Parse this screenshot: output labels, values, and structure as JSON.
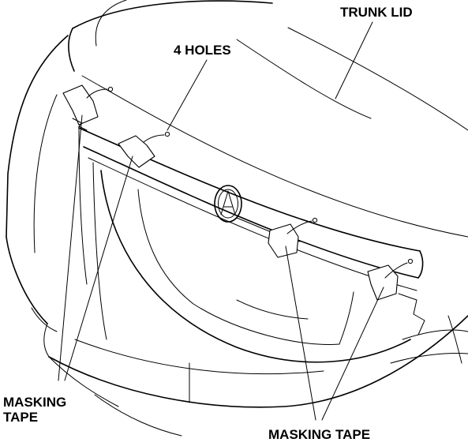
{
  "labels": {
    "trunk_lid": "TRUNK LID",
    "holes": "4 HOLES",
    "masking_tape_left_line1": "MASKING",
    "masking_tape_left_line2": "TAPE",
    "masking_tape_right": "MASKING TAPE"
  },
  "colors": {
    "ink": "#000000",
    "paper": "#ffffff"
  }
}
